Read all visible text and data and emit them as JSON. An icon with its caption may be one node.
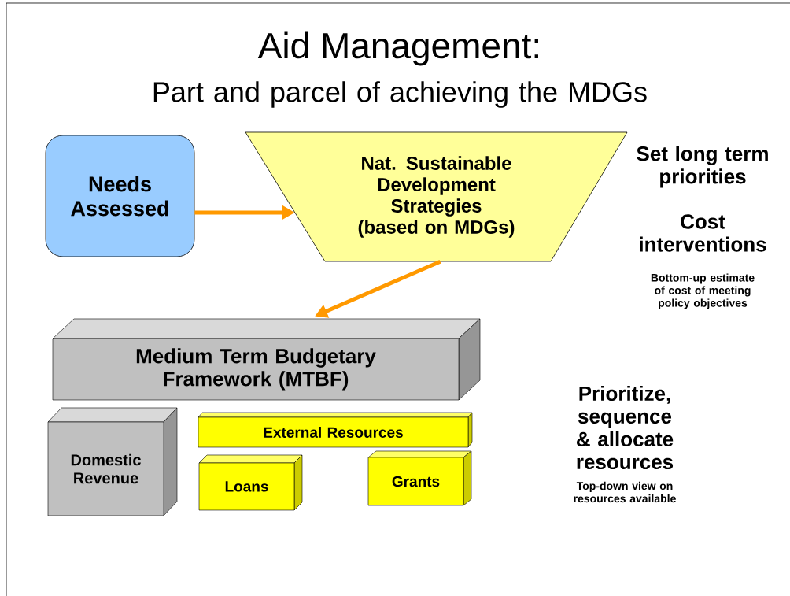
{
  "diagram": {
    "title": "Aid Management:",
    "nodes": [
      {
        "text": [
          "Needs Assessed"
        ]
      },
      {
        "text": [
          "Nat. Sustainable Development Strategies (based on MDGs)"
        ]
      },
      {
        "text": [
          "Medium Term Budgetary Framework (MTBF)"
        ]
      },
      {
        "text": [
          "Domestic Revenue"
        ]
      },
      {
        "text": [
          "External Resources"
        ]
      },
      {
        "text": [
          "Loans"
        ]
      },
      {
        "text": [
          "Grants"
        ]
      }
    ],
    "edges": [
      {
        "from": 0,
        "to": 1,
        "arrow": "to"
      },
      {
        "from": 1,
        "to": 2,
        "arrow": "to"
      }
    ],
    "labels": [
      "Part and parcel of achieving the MDGs",
      "Set long term priorities",
      "Cost interventions",
      "Bottom-up estimate of cost of meeting policy objectives",
      "Prioritize, sequence & allocate resources",
      "Top-down view on resources available"
    ]
  }
}
